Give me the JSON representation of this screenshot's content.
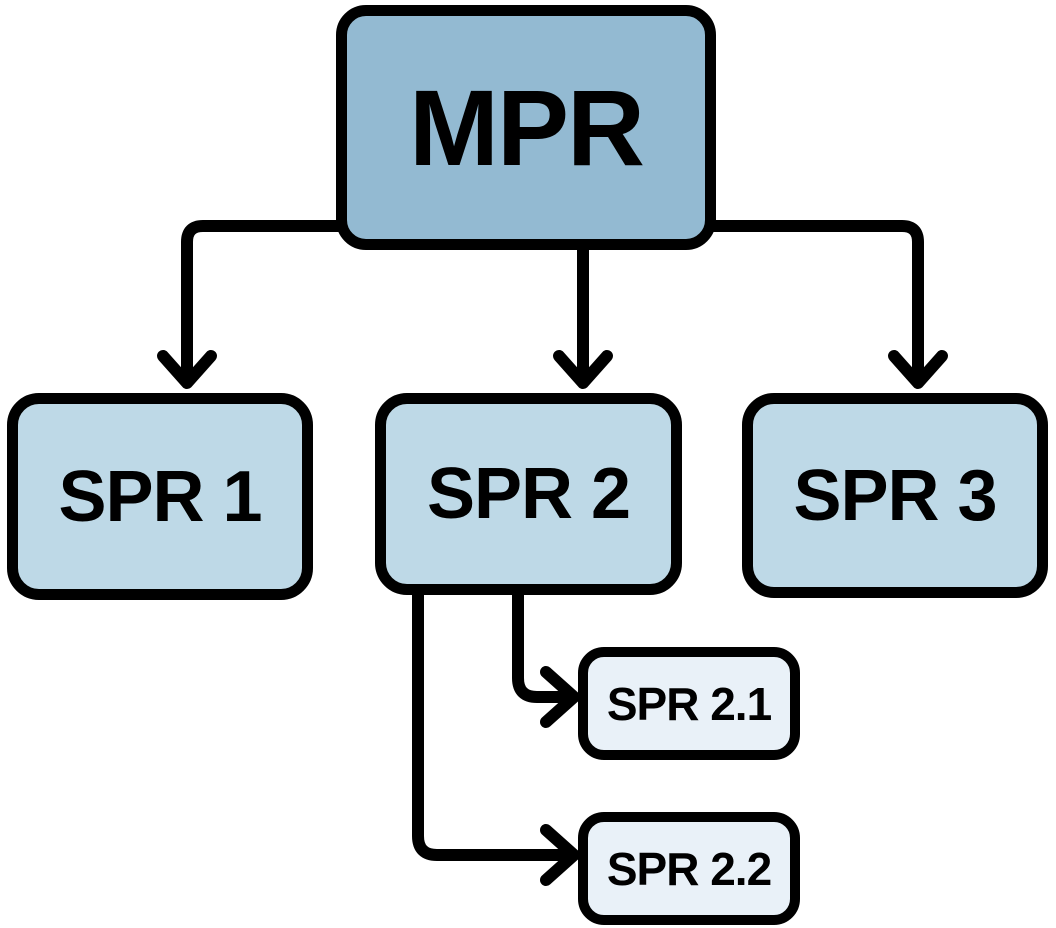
{
  "diagram": {
    "type": "hierarchy-flowchart",
    "background_color": "#ffffff",
    "line_color": "#000000",
    "text_color": "#000000",
    "nodes": [
      {
        "id": "mpr",
        "label": "MPR",
        "level": 1,
        "fill": "#93bad2"
      },
      {
        "id": "spr1",
        "label": "SPR 1",
        "level": 2,
        "fill": "#bed9e7"
      },
      {
        "id": "spr2",
        "label": "SPR 2",
        "level": 2,
        "fill": "#bed9e7"
      },
      {
        "id": "spr3",
        "label": "SPR 3",
        "level": 2,
        "fill": "#bed9e7"
      },
      {
        "id": "spr21",
        "label": "SPR 2.1",
        "level": 3,
        "fill": "#e9f1f8"
      },
      {
        "id": "spr22",
        "label": "SPR 2.2",
        "level": 3,
        "fill": "#e9f1f8"
      }
    ],
    "edges": [
      {
        "from": "mpr",
        "to": "spr1"
      },
      {
        "from": "mpr",
        "to": "spr2"
      },
      {
        "from": "mpr",
        "to": "spr3"
      },
      {
        "from": "spr2",
        "to": "spr21"
      },
      {
        "from": "spr2",
        "to": "spr22"
      }
    ]
  }
}
